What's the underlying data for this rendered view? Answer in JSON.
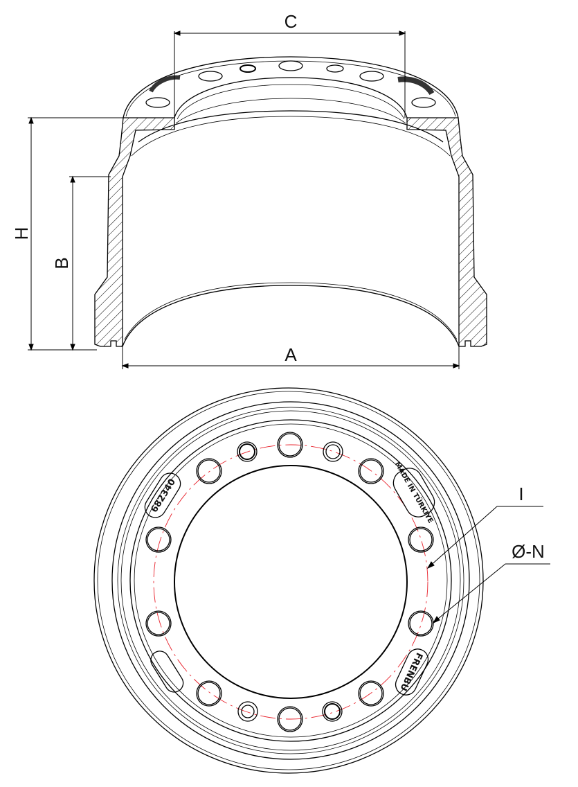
{
  "dimensions": {
    "C": "C",
    "H": "H",
    "B": "B",
    "A": "A",
    "I": "I",
    "N": "Ø-N"
  },
  "markings": {
    "part_number": "682340",
    "origin": "MADE IN TÜRKIYE",
    "brand": "FRENBU"
  },
  "colors": {
    "line": "#000000",
    "bolt_circle": "#e8202a"
  }
}
